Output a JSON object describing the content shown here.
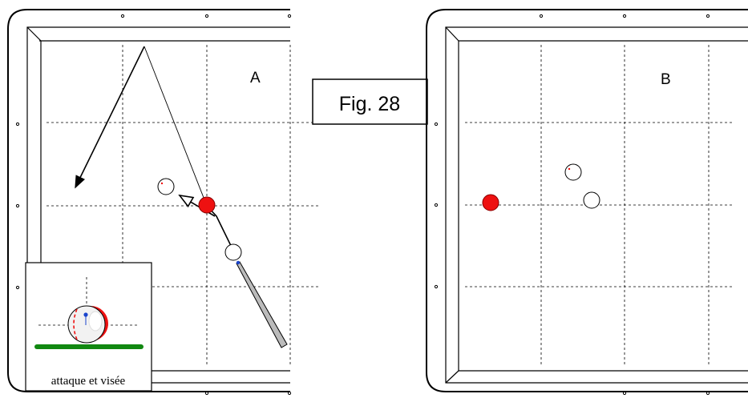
{
  "figure_label": "Fig. 28",
  "panel_a": {
    "label": "A"
  },
  "panel_b": {
    "label": "B"
  },
  "inset": {
    "caption": "attaque et visée"
  },
  "colors": {
    "red_ball": "#ee1111",
    "white_ball": "#ffffff",
    "cloth_line": "#118811",
    "cue": "#bbbbbb",
    "cue_tip": "#1a44cc"
  }
}
